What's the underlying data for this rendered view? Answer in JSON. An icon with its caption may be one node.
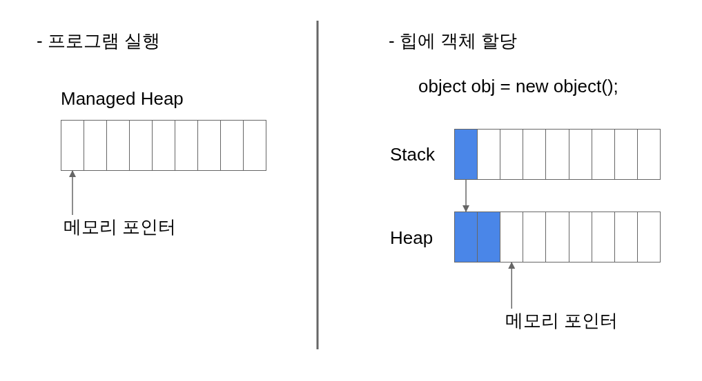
{
  "diagram": {
    "nodes": [
      {
        "text": [],
        "shape": "box"
      },
      {
        "text": [],
        "shape": "box"
      },
      {
        "text": [],
        "shape": "box"
      },
      {
        "text": [],
        "shape": "box"
      },
      {
        "text": [],
        "shape": "box"
      },
      {
        "text": [],
        "shape": "box"
      },
      {
        "text": [],
        "shape": "box"
      },
      {
        "text": [],
        "shape": "box"
      },
      {
        "text": [],
        "shape": "box"
      },
      {
        "text": [
          "메모리 포인터"
        ]
      },
      {
        "text": [],
        "shape": "box"
      },
      {
        "text": [],
        "shape": "box"
      },
      {
        "text": [],
        "shape": "box"
      },
      {
        "text": [],
        "shape": "box"
      },
      {
        "text": [],
        "shape": "box"
      },
      {
        "text": [],
        "shape": "box"
      },
      {
        "text": [],
        "shape": "box"
      },
      {
        "text": [],
        "shape": "box"
      },
      {
        "text": [],
        "shape": "box"
      },
      {
        "text": [],
        "shape": "box"
      },
      {
        "text": [],
        "shape": "box"
      },
      {
        "text": [],
        "shape": "box"
      },
      {
        "text": [],
        "shape": "box"
      },
      {
        "text": [],
        "shape": "box"
      },
      {
        "text": [],
        "shape": "box"
      },
      {
        "text": [],
        "shape": "box"
      },
      {
        "text": [],
        "shape": "box"
      },
      {
        "text": [],
        "shape": "box"
      },
      {
        "text": [
          "메모리 포인터"
        ]
      }
    ],
    "edges": [
      {
        "from": 9,
        "to": 0,
        "arrow": "to"
      },
      {
        "from": 10,
        "to": 19,
        "arrow": "to"
      },
      {
        "from": 28,
        "to": 21,
        "arrow": "to"
      }
    ],
    "labels": [
      "- 프로그램 실행",
      "Managed Heap",
      "- 힙에 객체 할당",
      "object obj = new object();",
      "Stack",
      "Heap"
    ]
  }
}
